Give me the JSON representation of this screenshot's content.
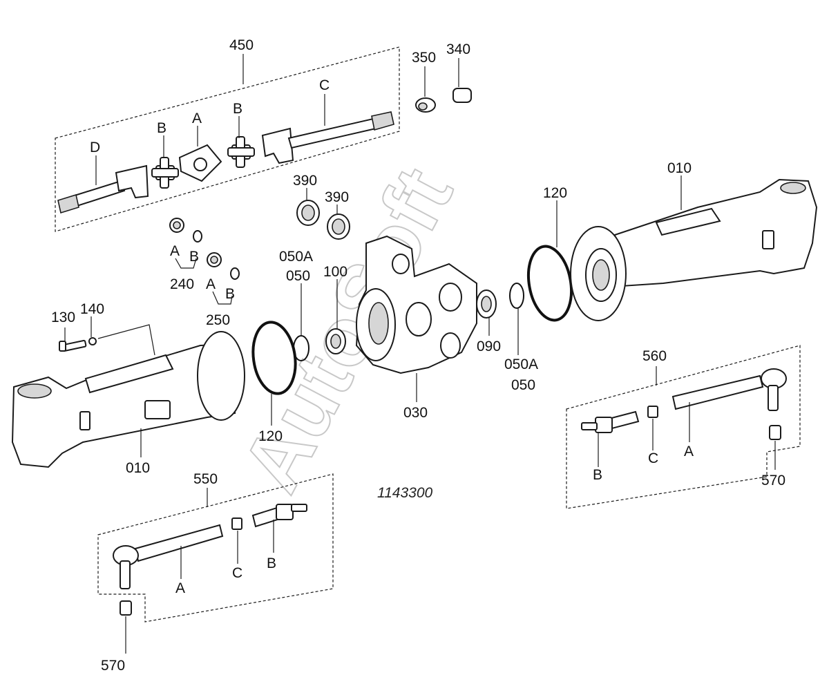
{
  "diagram": {
    "drawing_number": "1143300",
    "watermark": "AutoSoft",
    "labels": {
      "l450": "450",
      "l350": "350",
      "l340": "340",
      "lC_top": "C",
      "lD": "D",
      "lB1": "B",
      "lA1": "A",
      "lB2": "B",
      "l390a": "390",
      "l390b": "390",
      "l120_top": "120",
      "l010_right": "010",
      "lA_240": "A",
      "lB_240": "B",
      "l240": "240",
      "lA_250": "A",
      "lB_250": "B",
      "l250": "250",
      "l050A_top": "050A",
      "l050_top": "050",
      "l100": "100",
      "l130": "130",
      "l140": "140",
      "l120_bottom": "120",
      "l090": "090",
      "l050A_bottom": "050A",
      "l050_bottom": "050",
      "l030": "030",
      "l010_left": "010",
      "l560": "560",
      "lB_560": "B",
      "lC_560": "C",
      "lA_560": "A",
      "l570_right": "570",
      "l550": "550",
      "lA_550": "A",
      "lC_550": "C",
      "lB_550": "B",
      "l570_left": "570"
    }
  }
}
